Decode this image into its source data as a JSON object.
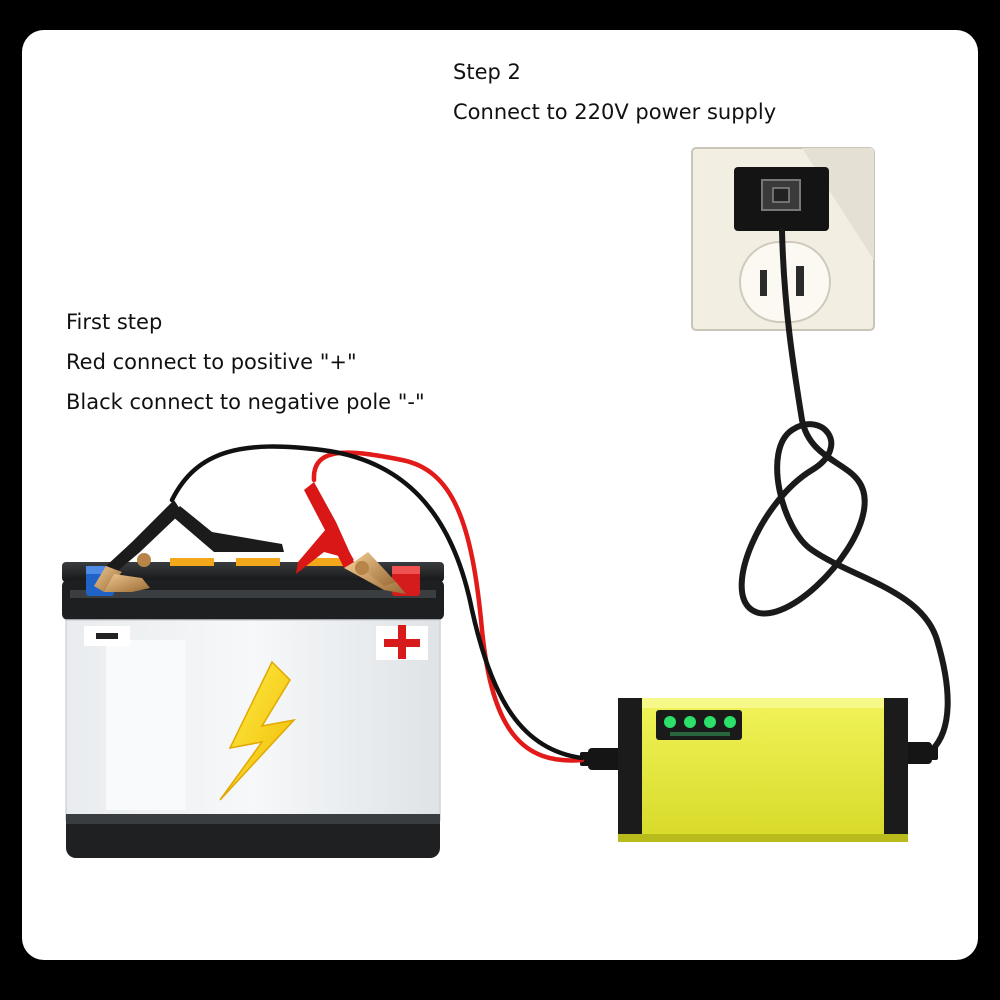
{
  "step2": {
    "heading": "Step 2",
    "detail": "Connect to 220V power supply"
  },
  "step1": {
    "heading": "First step",
    "red_instruction": "Red connect to positive \"+\"",
    "black_instruction": "Black connect to negative pole \"-\""
  },
  "battery": {
    "negative_symbol": "-",
    "positive_symbol": "+"
  },
  "colors": {
    "background": "#000000",
    "panel": "#ffffff",
    "charger_yellow": "#e6e83a",
    "red_cable": "#e31919",
    "black_cable": "#111111",
    "led_green": "#2de06a"
  },
  "icons": [
    "lightning-bolt-icon",
    "wall-socket-icon",
    "alligator-clip-icon"
  ]
}
